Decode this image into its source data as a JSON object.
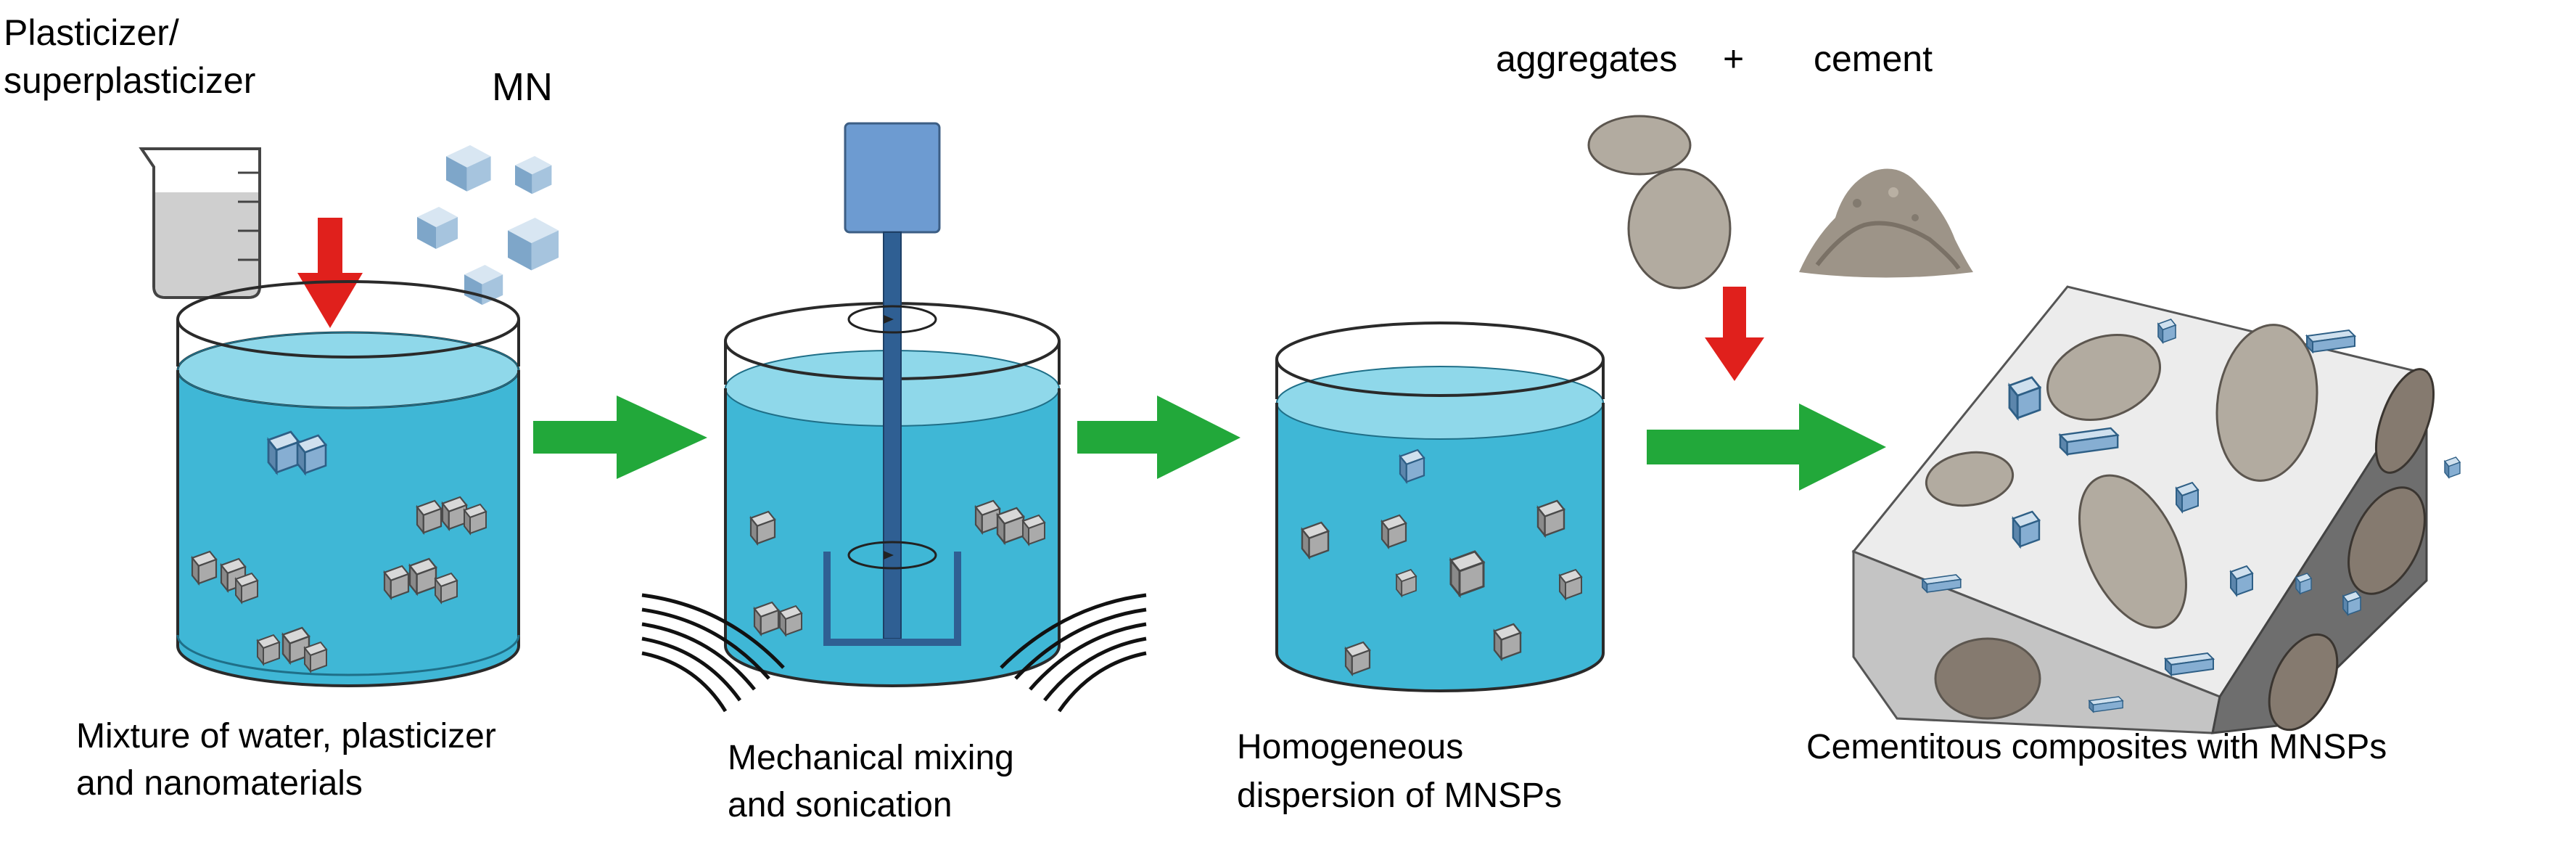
{
  "top_labels": {
    "plasticizer_line1": "Plasticizer/",
    "plasticizer_line2": "superplasticizer",
    "mn": "MN",
    "aggregates": "aggregates",
    "plus": "+",
    "cement": "cement"
  },
  "steps": [
    {
      "line1": "Mixture of water, plasticizer",
      "line2": "and nanomaterials"
    },
    {
      "line1": "Mechanical mixing",
      "line2": "and sonication"
    },
    {
      "line1": "Homogeneous",
      "line2": "dispersion of MNSPs"
    },
    {
      "line1": "Cementitous composites with MNSPs",
      "line2": ""
    }
  ],
  "colors": {
    "water": "#3fb7d6",
    "water_top": "#8fd8ea",
    "flow_arrow": "#22a83a",
    "add_arrow": "#e0201c",
    "cube": "#7ea6c9",
    "block_top": "#ececec",
    "block_front": "#c4c4c4",
    "block_side": "#6e6e6e",
    "aggregate": "#b2aba0",
    "mixer": "#6d9bd1"
  }
}
